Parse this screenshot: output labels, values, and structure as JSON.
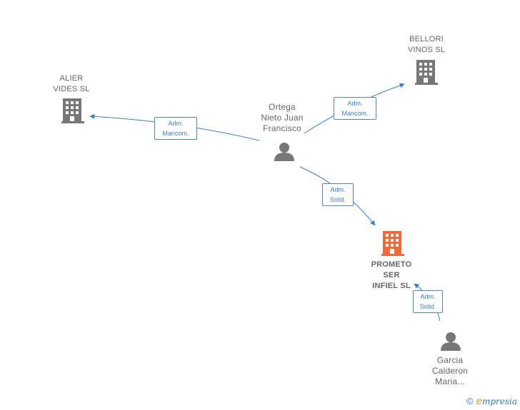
{
  "colors": {
    "edge": "#3f7cc7",
    "company_icon": "#777777",
    "focus_icon": "#f26a3a",
    "person_icon": "#777777"
  },
  "nodes": {
    "alier": {
      "label": "ALIER\nVIDES SL",
      "icon": "building-icon"
    },
    "bellori": {
      "label": "BELLORI\nVINOS  SL",
      "icon": "building-icon"
    },
    "prometo": {
      "label": "PROMETO\nSER\nINFIEL  SL",
      "icon": "building-icon"
    },
    "ortega": {
      "label": "Ortega\nNieto Juan\nFrancisco",
      "icon": "person-icon"
    },
    "garcia": {
      "label": "Garcia\nCalderon\nMaria...",
      "icon": "person-icon"
    }
  },
  "edges": {
    "ortega_alier": {
      "label": "Adm.\nMancom."
    },
    "ortega_bellori": {
      "label": "Adm.\nMancom."
    },
    "ortega_prometo": {
      "label": "Adm.\nSolid."
    },
    "garcia_prometo": {
      "label": "Adm.\nSolid."
    }
  },
  "footer": {
    "copyright_symbol": "©",
    "brand_initial": "e",
    "brand_rest": "mpresia"
  }
}
